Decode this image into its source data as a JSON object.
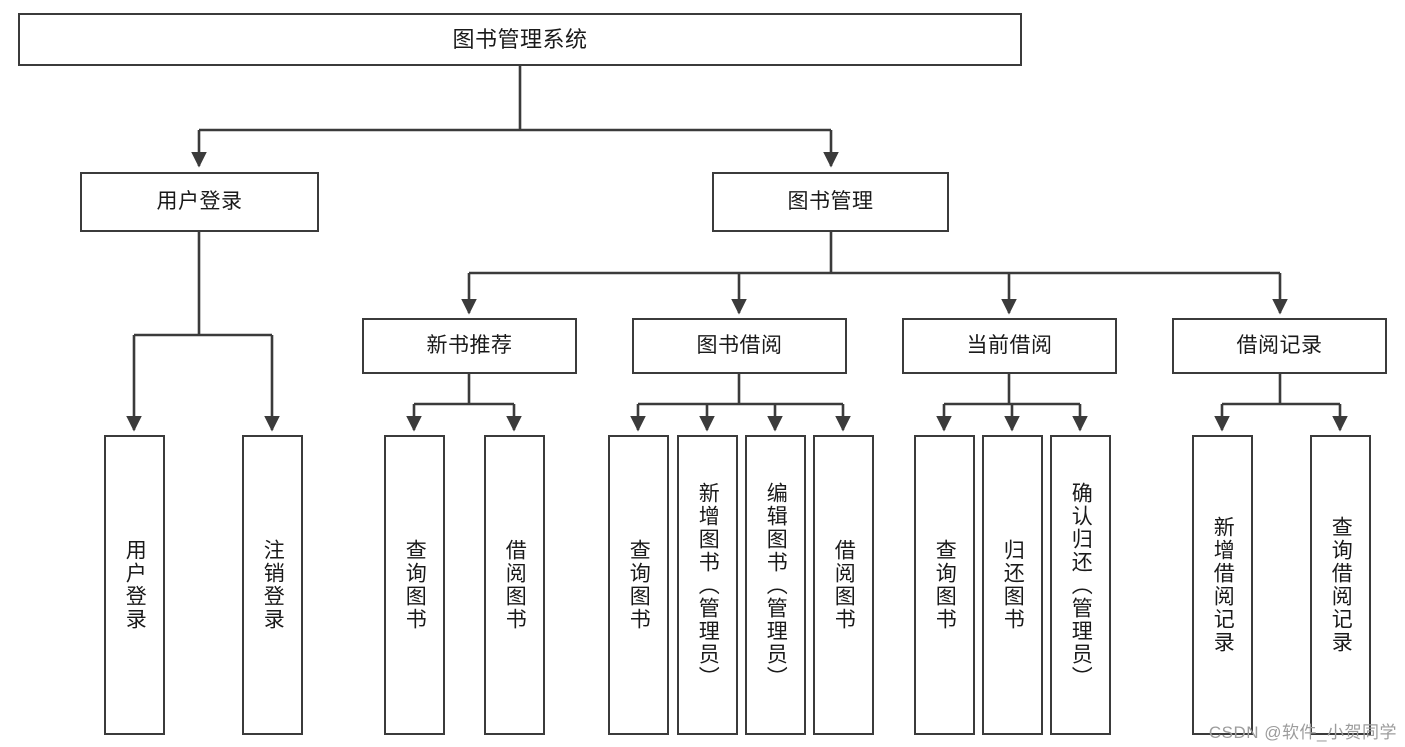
{
  "diagram": {
    "type": "tree-hierarchy-flowchart",
    "title_node": {
      "id": "root",
      "label": "图书管理系统"
    },
    "level1": [
      {
        "id": "user-login",
        "label": "用户登录"
      },
      {
        "id": "book-management",
        "label": "图书管理"
      }
    ],
    "level2": [
      {
        "id": "new-book-recommend",
        "label": "新书推荐",
        "parent": "book-management"
      },
      {
        "id": "book-borrow",
        "label": "图书借阅",
        "parent": "book-management"
      },
      {
        "id": "current-borrow",
        "label": "当前借阅",
        "parent": "book-management"
      },
      {
        "id": "borrow-record",
        "label": "借阅记录",
        "parent": "book-management"
      }
    ],
    "leaves": {
      "user_login": [
        {
          "id": "leaf-user-login",
          "label": "用户登录"
        },
        {
          "id": "leaf-logout-login",
          "label": "注销登录"
        }
      ],
      "new_book_recommend": [
        {
          "id": "leaf-query-book-1",
          "label": "查询图书"
        },
        {
          "id": "leaf-borrow-book-1",
          "label": "借阅图书"
        }
      ],
      "book_borrow": [
        {
          "id": "leaf-query-book-2",
          "label": "查询图书"
        },
        {
          "id": "leaf-add-book",
          "label": "新增图书（管理员）"
        },
        {
          "id": "leaf-edit-book",
          "label": "编辑图书（管理员）"
        },
        {
          "id": "leaf-borrow-book-2",
          "label": "借阅图书"
        }
      ],
      "current_borrow": [
        {
          "id": "leaf-query-book-3",
          "label": "查询图书"
        },
        {
          "id": "leaf-return-book",
          "label": "归还图书"
        },
        {
          "id": "leaf-confirm-return",
          "label": "确认归还（管理员）"
        }
      ],
      "borrow_record": [
        {
          "id": "leaf-add-record",
          "label": "新增借阅记录"
        },
        {
          "id": "leaf-query-record",
          "label": "查询借阅记录"
        }
      ]
    }
  },
  "watermark": {
    "text": "CSDN @软件_小贺同学"
  },
  "colors": {
    "stroke": "#3b3b3b",
    "background": "#ffffff",
    "text": "#1a1a1a",
    "watermark": "#9c9c9c"
  }
}
